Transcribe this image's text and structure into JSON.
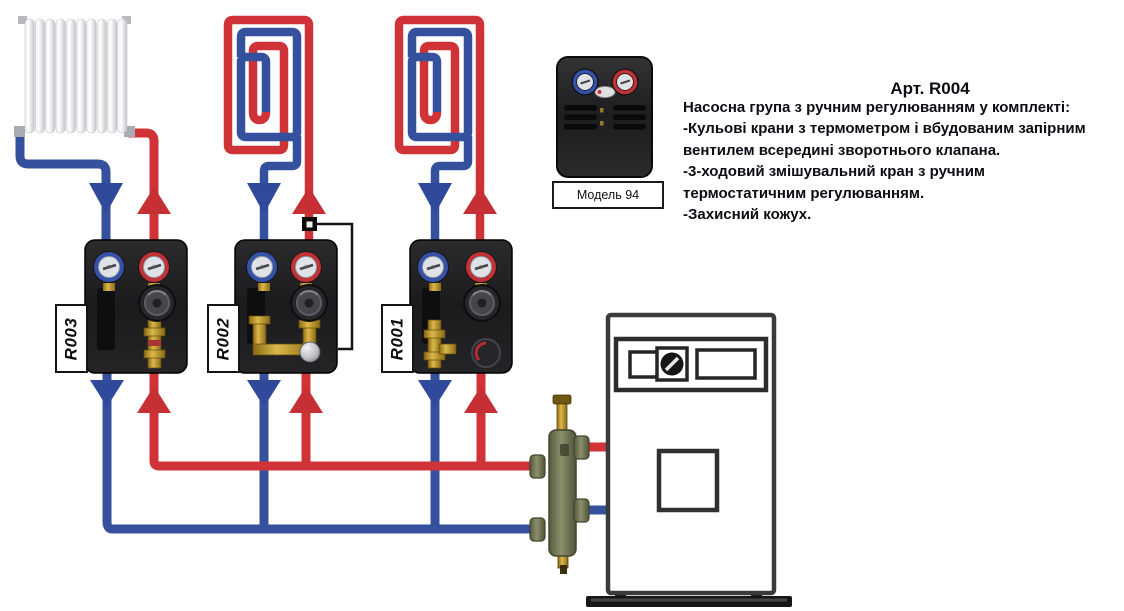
{
  "header": {
    "article_title": "Арт. R004"
  },
  "description": {
    "lines": [
      "Насосна група з ручним регулюванням у комплекті:",
      "-Кульові крани з термометром і вбудованим запірним",
      "вентилем всередині зворотнього клапана.",
      "-3-ходовий змішувальний кран з ручним",
      "термостатичним регулюванням.",
      "-Захисний кожух."
    ]
  },
  "controller_unit": {
    "model_label": "Модель 94"
  },
  "pump_groups": [
    {
      "label": "R003"
    },
    {
      "label": "R002"
    },
    {
      "label": "R001"
    }
  ],
  "colors": {
    "supply_pipe_red": "#cf3338",
    "return_pipe_blue": "#35509d",
    "brass_fitting": "#b8922f",
    "separator_body_green": "#73775a",
    "pump_group_body": "#1c1c1e",
    "boiler_outline": "#3a3a3a"
  },
  "components": {
    "radiator": "panel-radiator",
    "floor_loop_left": "underfloor-heating-coil",
    "floor_loop_right": "underfloor-heating-coil",
    "sensor": "capillary-thermostat-sensor",
    "separator": "hydraulic-separator",
    "boiler": "boiler"
  }
}
